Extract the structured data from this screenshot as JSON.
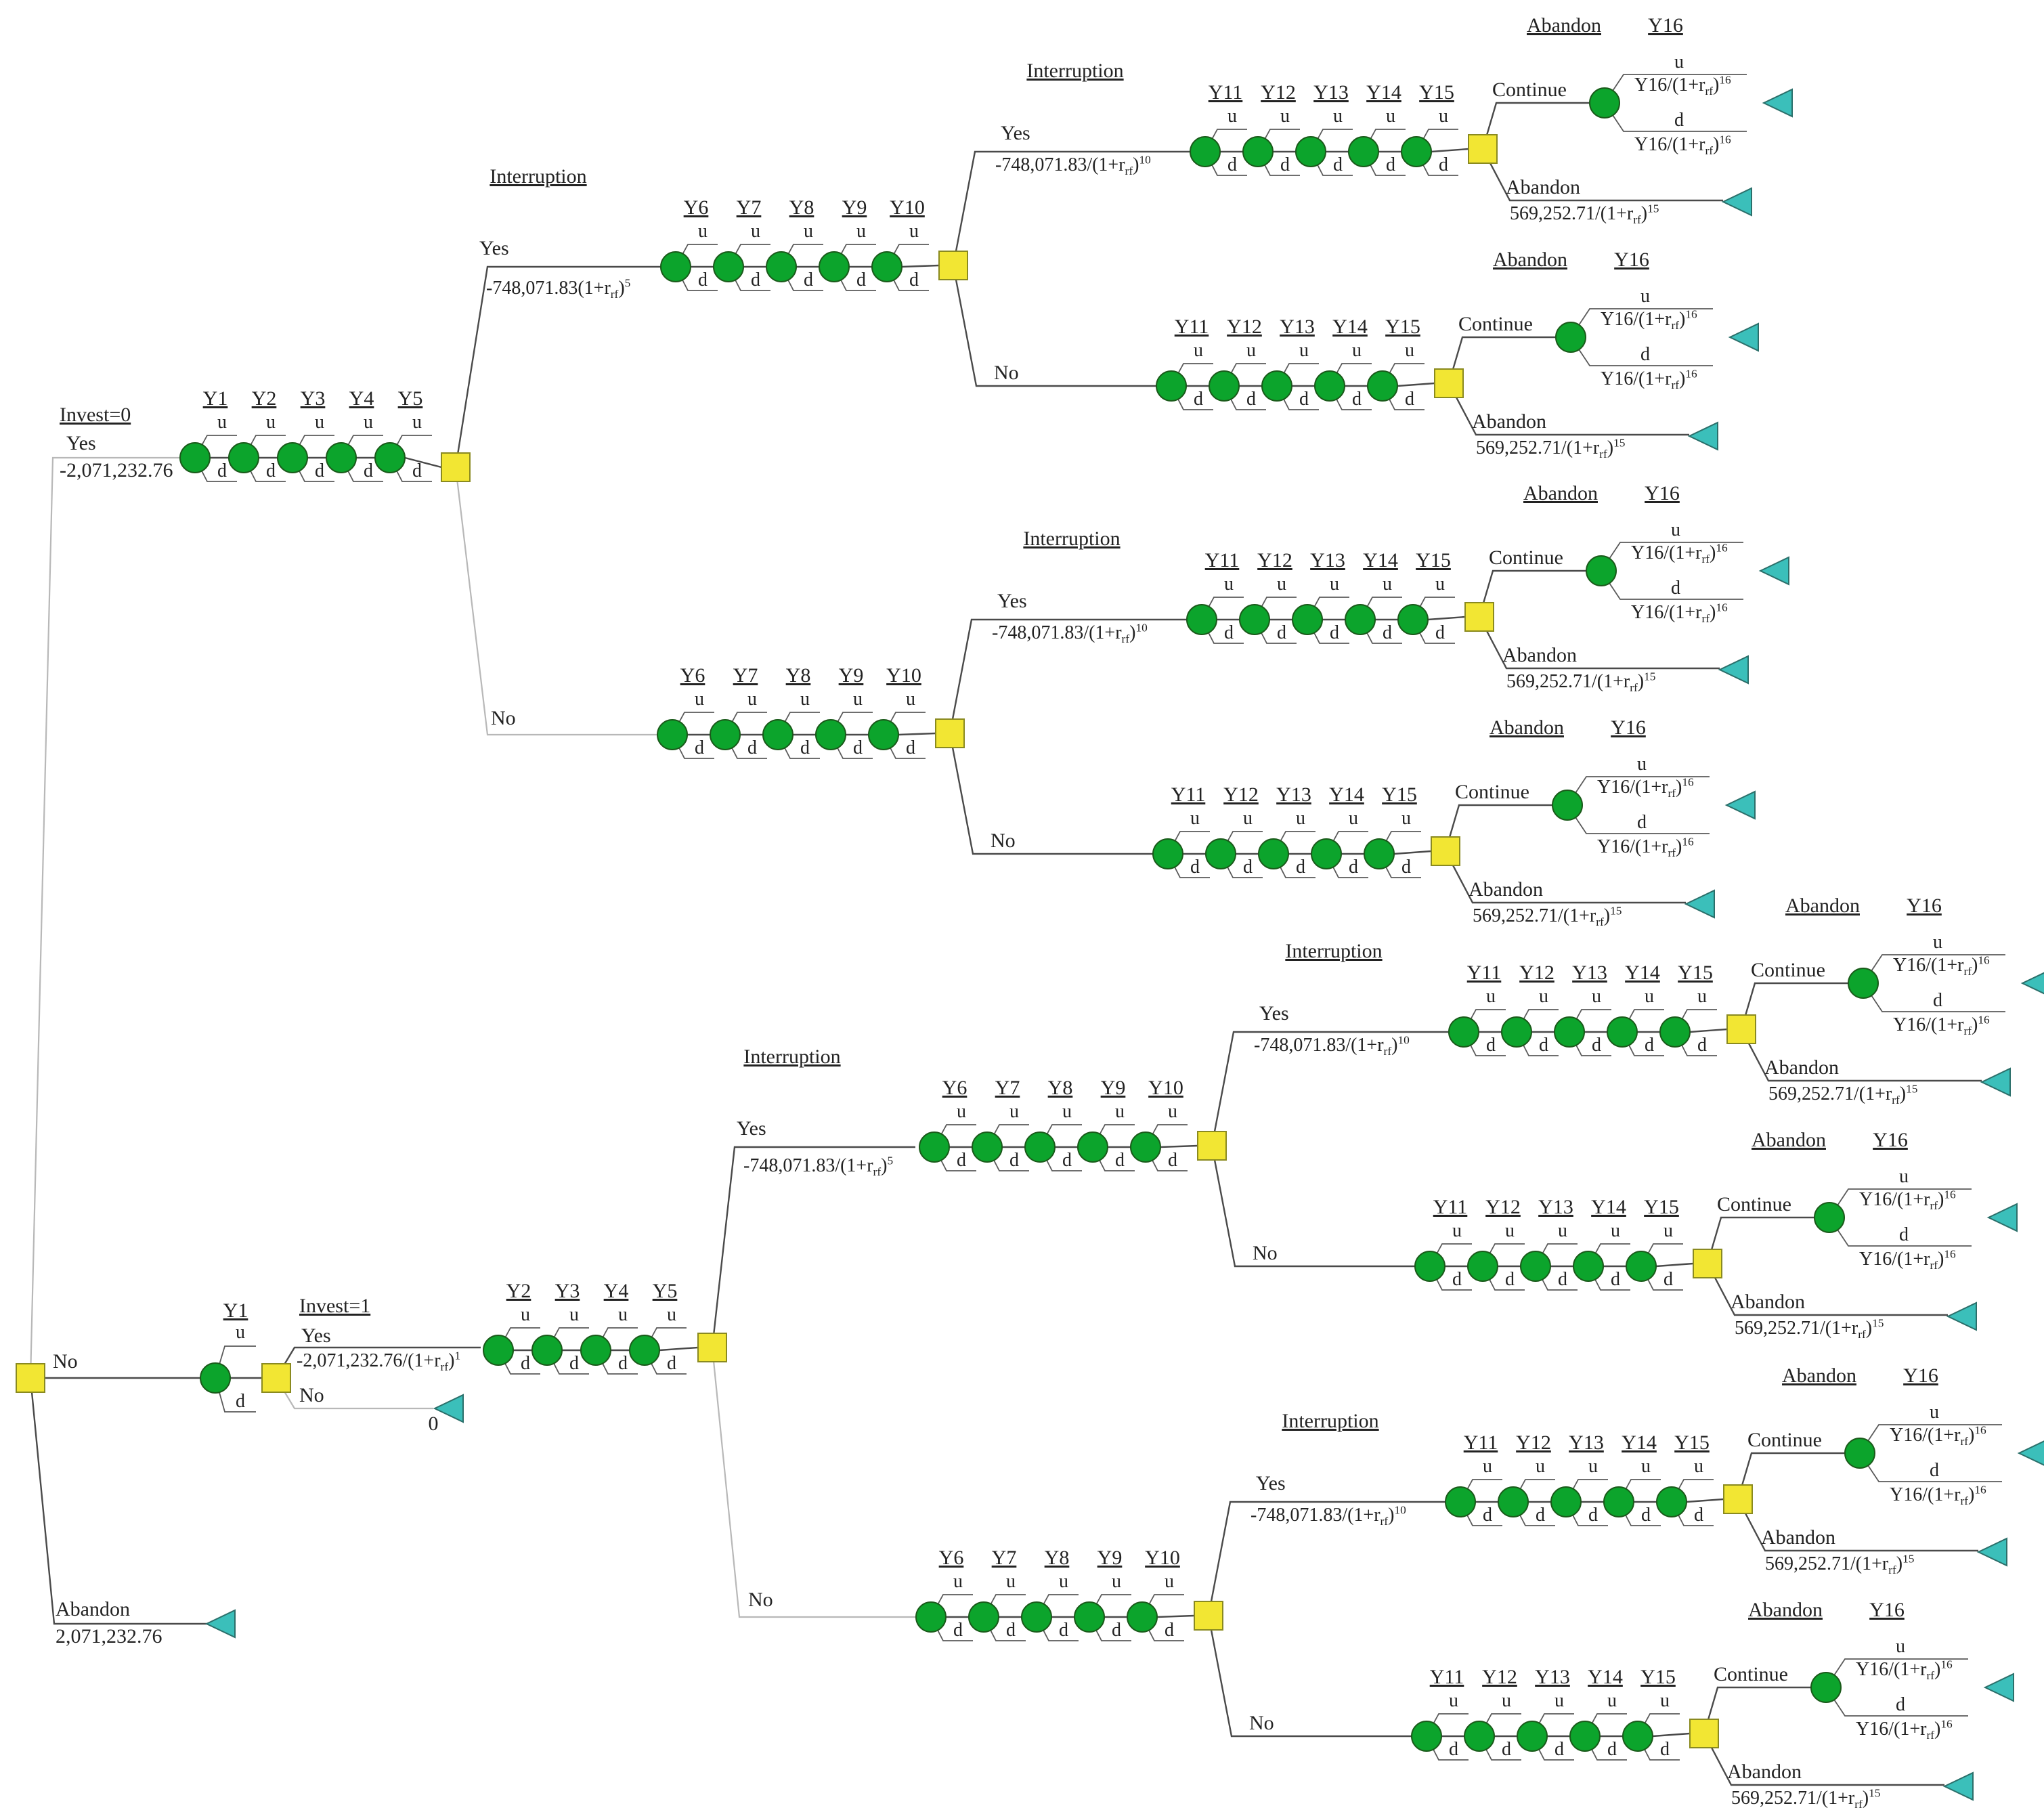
{
  "colors": {
    "chance_node": "#0ca42c",
    "decision_node": "#f2e633",
    "terminal_node": "#3bbfba",
    "line": "#4a4a4a"
  },
  "text": {
    "invest0": "Invest=0",
    "invest1": "Invest=1",
    "yes": "Yes",
    "no": "No",
    "interruption": "Interruption",
    "abandon": "Abandon",
    "continue": "Continue",
    "u": "u",
    "d": "d",
    "y16": "Y16",
    "zero": "0",
    "invest_value": "-2,071,232.76",
    "invest_value_disc": "-2,071,232.76/(1+r",
    "abandon_value": "2,071,232.76",
    "int5": "-748,071.83(1+r",
    "int5b": "-748,071.83/(1+r",
    "int10": "-748,071.83/(1+r",
    "abandon15": "569,252.71/(1+r",
    "y16val": "Y16/(1+r",
    "sub_rf": "rf",
    "close_paren": ")",
    "exp1": "1",
    "exp5": "5",
    "exp10": "10",
    "exp15": "15",
    "exp16": "16"
  },
  "years": {
    "a": [
      "Y1",
      "Y2",
      "Y3",
      "Y4",
      "Y5"
    ],
    "b": [
      "Y6",
      "Y7",
      "Y8",
      "Y9",
      "Y10"
    ],
    "c": [
      "Y11",
      "Y12",
      "Y13",
      "Y14",
      "Y15"
    ],
    "d": [
      "Y2",
      "Y3",
      "Y4",
      "Y5"
    ],
    "e": [
      "Y1"
    ]
  }
}
